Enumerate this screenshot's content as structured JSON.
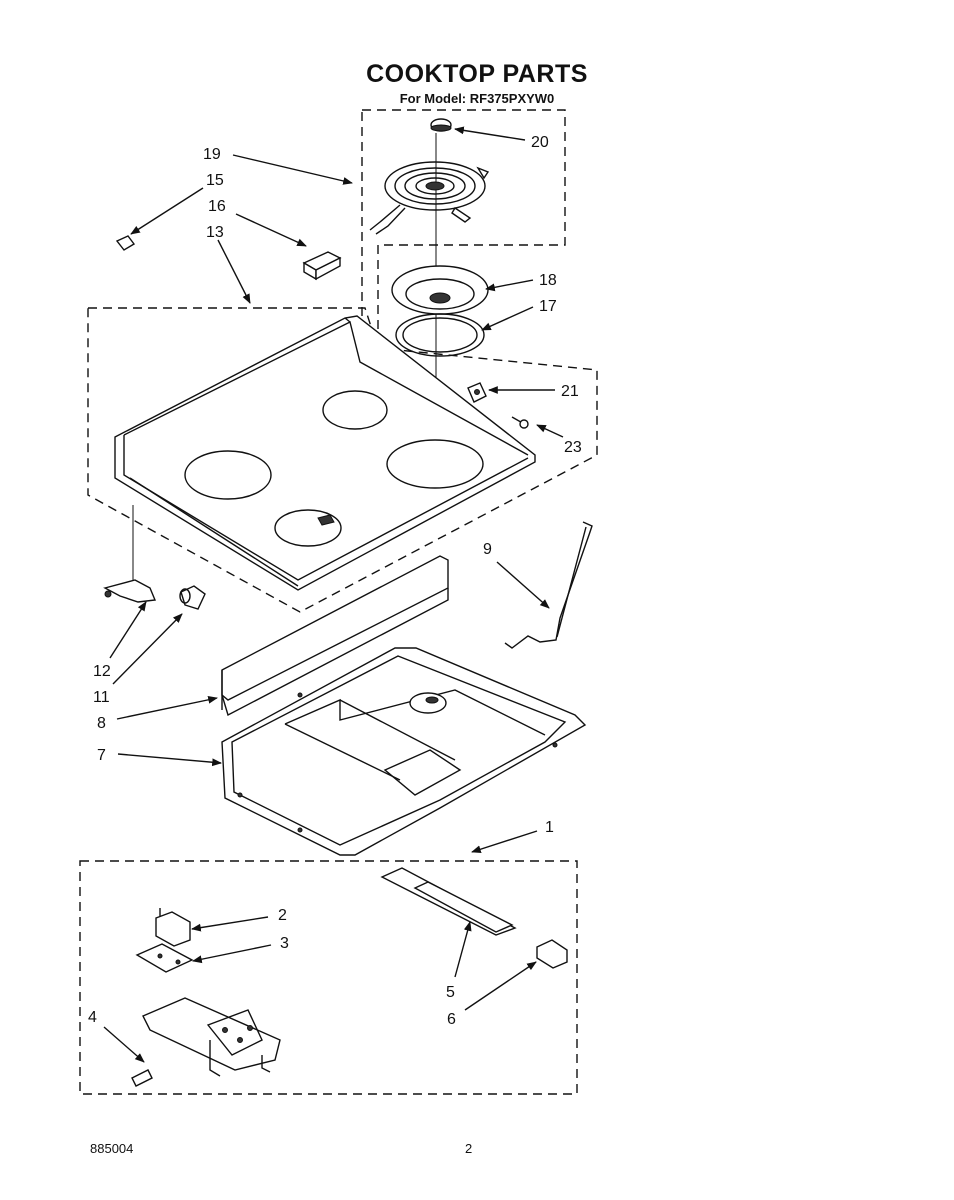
{
  "header": {
    "title": "COOKTOP PARTS",
    "subtitle": "For Model: RF375PXYW0"
  },
  "footer": {
    "doc_number": "885004",
    "page_number": "2"
  },
  "callouts": {
    "c1": "1",
    "c2": "2",
    "c3": "3",
    "c4": "4",
    "c5": "5",
    "c6": "6",
    "c7": "7",
    "c8": "8",
    "c9": "9",
    "c11": "11",
    "c12": "12",
    "c13": "13",
    "c15": "15",
    "c16": "16",
    "c17": "17",
    "c18": "18",
    "c19": "19",
    "c20": "20",
    "c21": "21",
    "c23": "23"
  }
}
